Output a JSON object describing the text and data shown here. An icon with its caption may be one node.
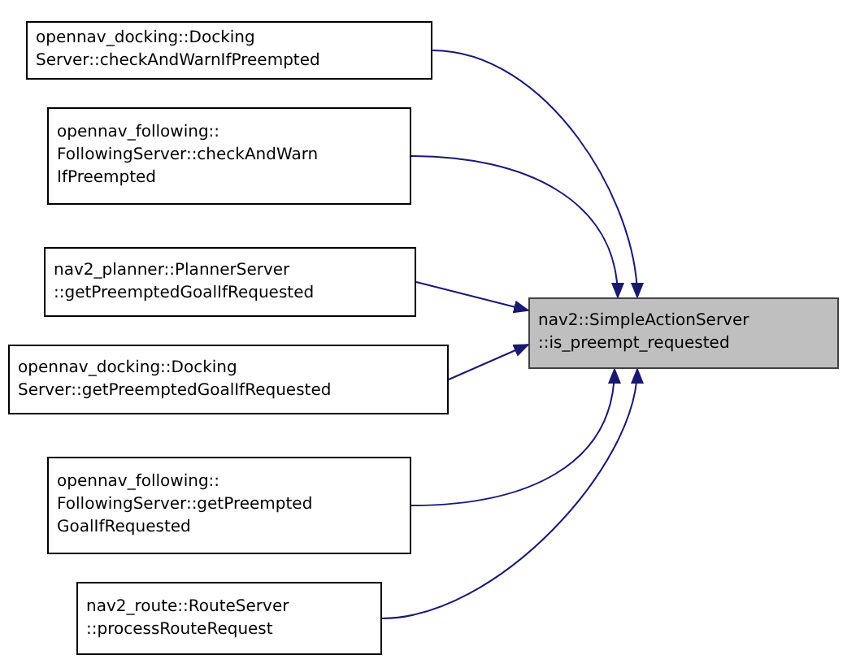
{
  "diagram": {
    "nodes": [
      {
        "text": [
          "opennav_docking::Docking Server::checkAndWarnIfPreempted"
        ]
      },
      {
        "text": [
          "opennav_following:: FollowingServer::checkAndWarn IfPreempted"
        ]
      },
      {
        "text": [
          "nav2_planner::PlannerServer ::getPreemptedGoalIfRequested"
        ]
      },
      {
        "text": [
          "opennav_docking::Docking Server::getPreemptedGoalIfRequested"
        ]
      },
      {
        "text": [
          "opennav_following:: FollowingServer::getPreempted GoalIfRequested"
        ]
      },
      {
        "text": [
          "nav2_route::RouteServer ::processRouteRequest"
        ]
      },
      {
        "text": [
          "nav2::SimpleActionServer ::is_preempt_requested"
        ]
      }
    ],
    "edges": [
      {
        "from": 0,
        "to": 6,
        "arrow": "to"
      },
      {
        "from": 1,
        "to": 6,
        "arrow": "to"
      },
      {
        "from": 2,
        "to": 6,
        "arrow": "to"
      },
      {
        "from": 3,
        "to": 6,
        "arrow": "to"
      },
      {
        "from": 4,
        "to": 6,
        "arrow": "to"
      },
      {
        "from": 5,
        "to": 6,
        "arrow": "to"
      }
    ]
  }
}
